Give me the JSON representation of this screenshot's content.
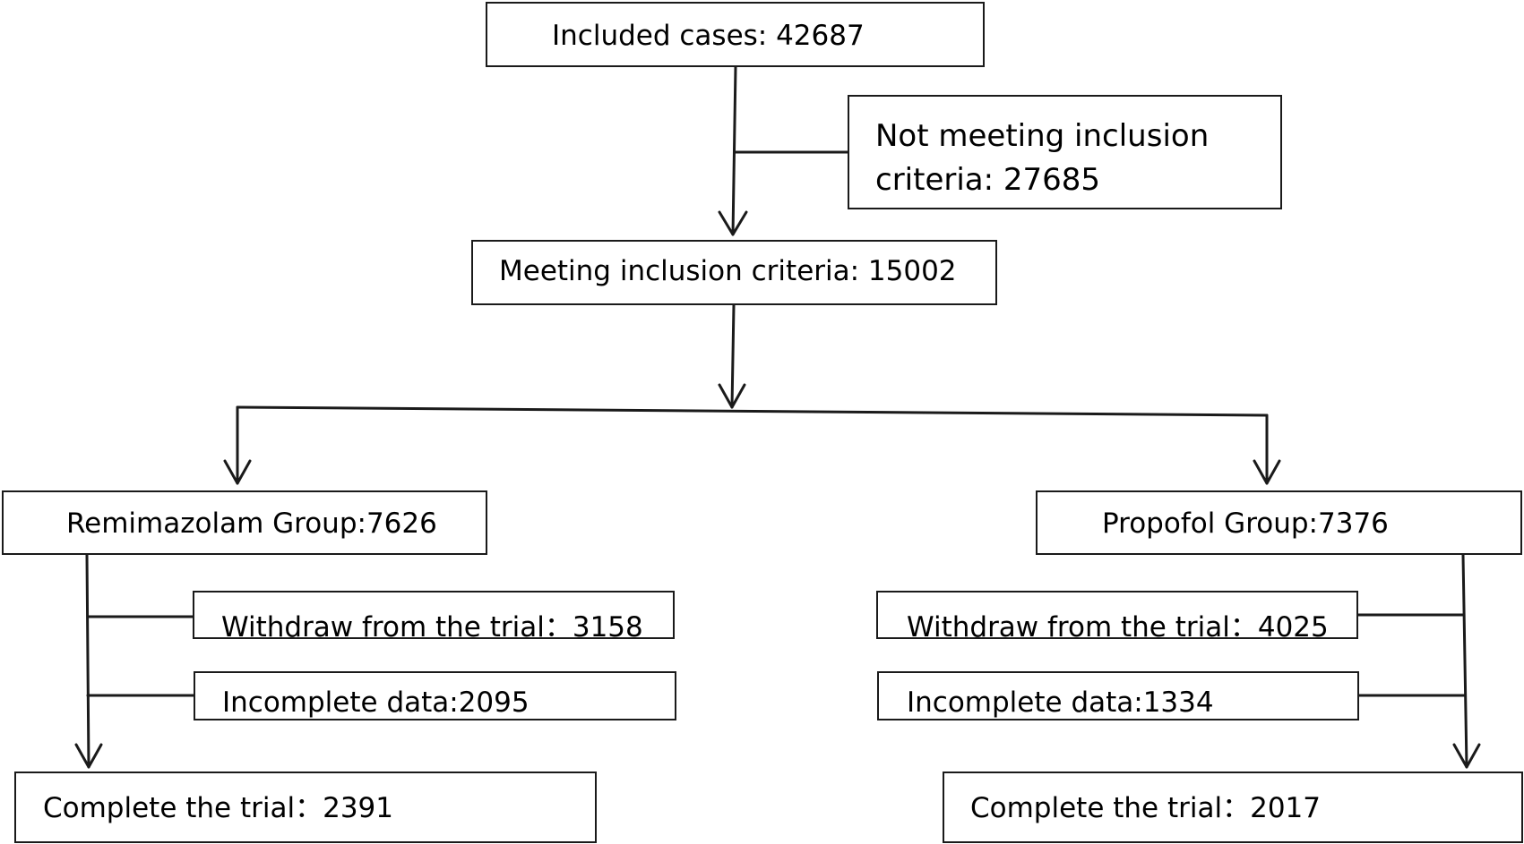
{
  "boxes": {
    "included": "Included cases: 42687",
    "not_meeting_line1": "Not meeting inclusion",
    "not_meeting_line2": "criteria: 27685",
    "meeting": "Meeting inclusion criteria: 15002",
    "remimazolam_group": "Remimazolam Group:7626",
    "propofol_group": "Propofol Group:7376",
    "remi_withdraw": "Withdraw from the trial：3158",
    "remi_incomplete": "Incomplete data:2095",
    "prop_withdraw": "Withdraw from the trial：4025",
    "prop_incomplete": "Incomplete data:1334",
    "remi_complete": "Complete the trial：2391",
    "prop_complete": "Complete the trial：2017"
  },
  "colors": {
    "stroke": "#1a1a1a",
    "background": "#ffffff"
  }
}
